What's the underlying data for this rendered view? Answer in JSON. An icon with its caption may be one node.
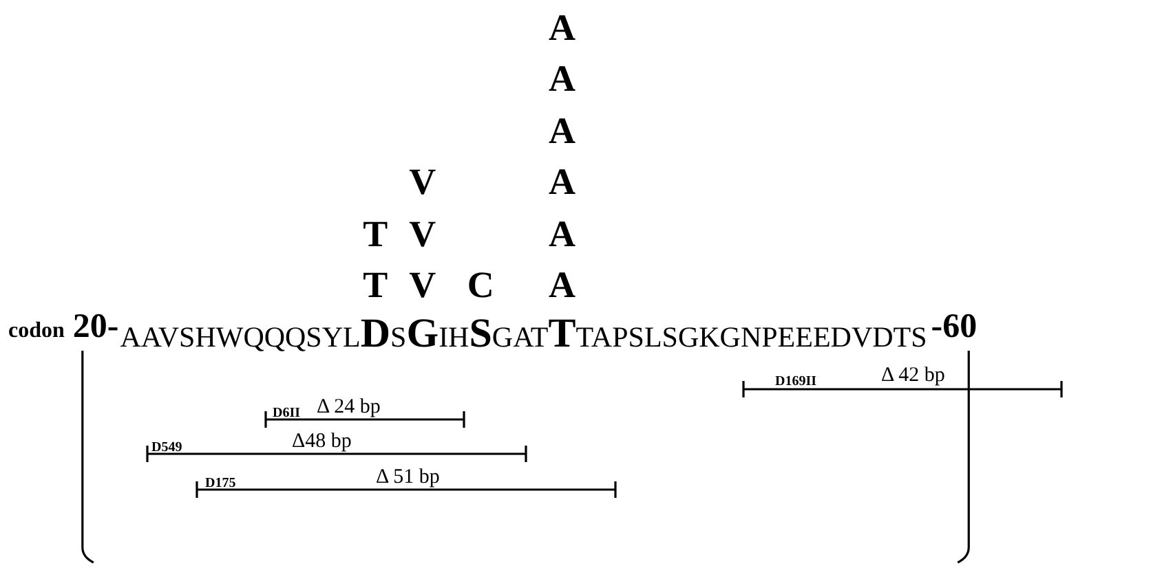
{
  "diagram": {
    "labels": [
      "A",
      "A",
      "A",
      "V",
      "A",
      "T",
      "V",
      "A",
      "T",
      "V",
      "C",
      "A",
      "codon",
      "20-",
      "AAVSHWQQQSYL**D**S**G**IH**S**GAT**T**TAPSLSGKGNPEEEDVDTS",
      "-60",
      "D169II",
      "Δ 42 bp",
      "D6II",
      "Δ 24 bp",
      "D549",
      "Δ48 bp",
      "D175",
      "Δ 51 bp"
    ]
  }
}
